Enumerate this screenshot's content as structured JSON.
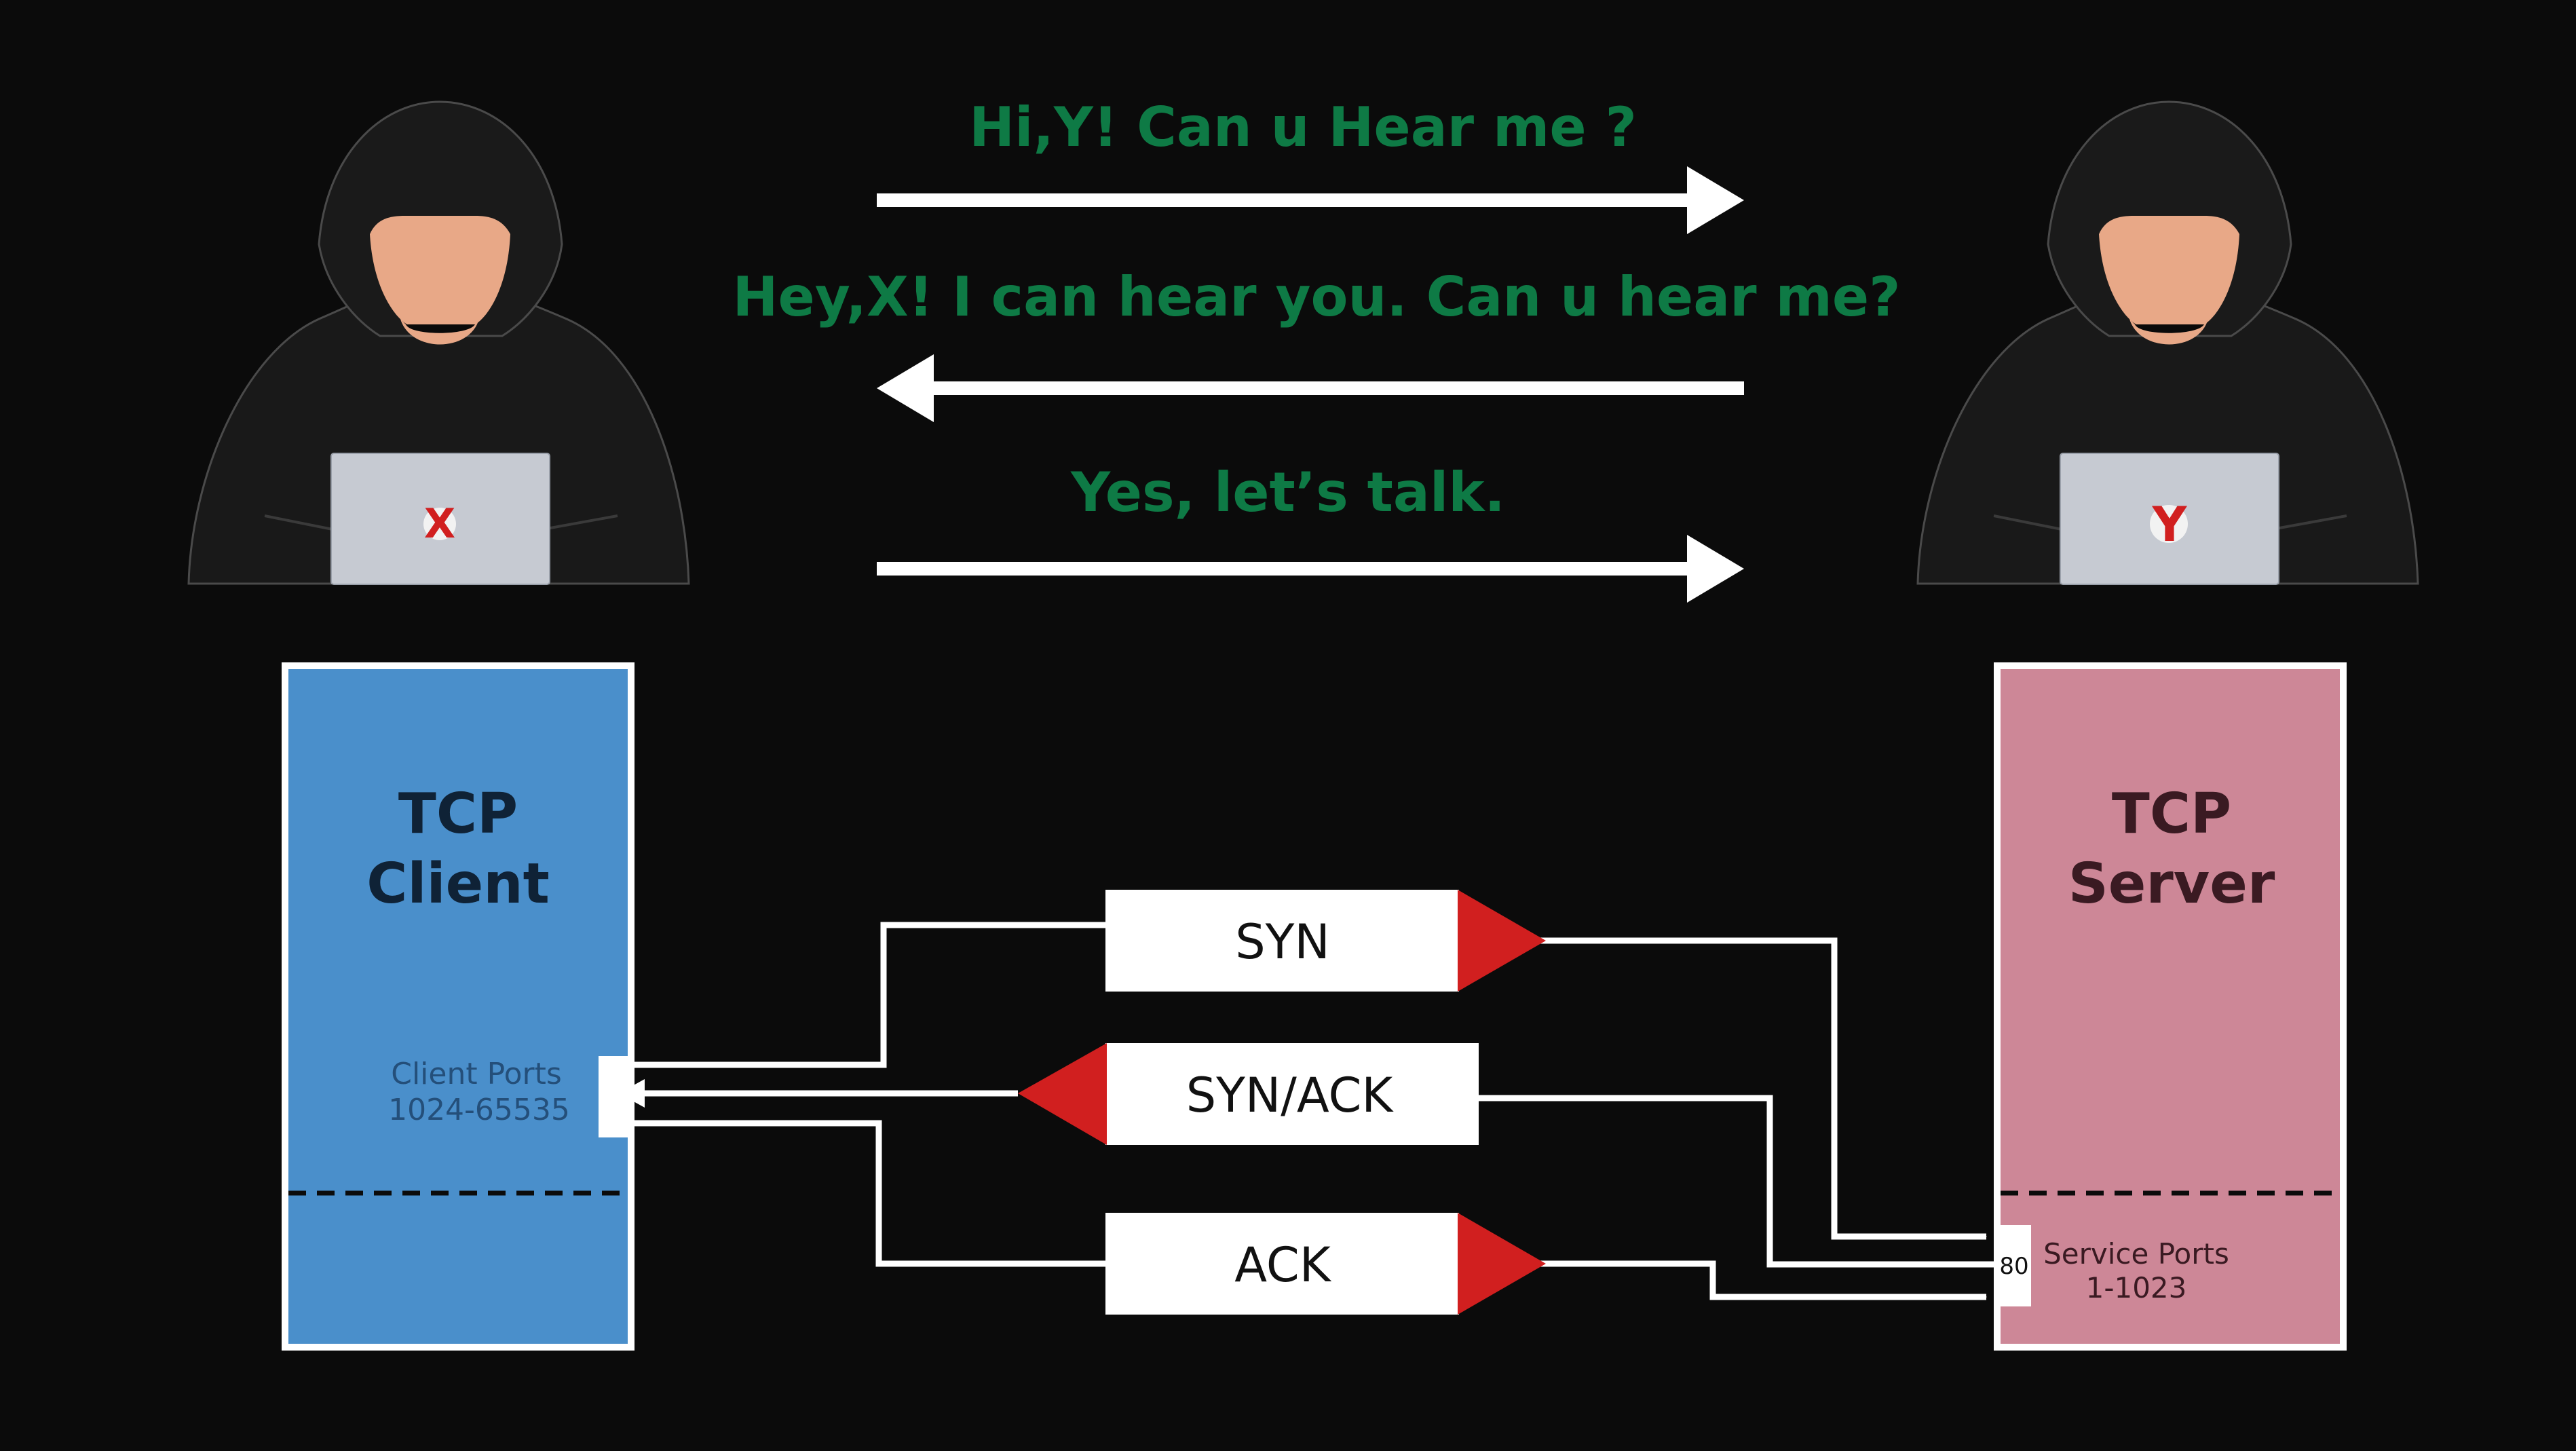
{
  "conversation": {
    "message_1": "Hi,Y! Can u Hear me ?",
    "message_2": "Hey,X! I can hear you. Can u hear me?",
    "message_3": "Yes, let’s talk."
  },
  "people": {
    "client_laptop_letter": "X",
    "server_laptop_letter": "Y"
  },
  "client": {
    "title_line1": "TCP",
    "title_line2": "Client",
    "ports_label": "Client Ports",
    "ports_range": "1024-65535"
  },
  "server": {
    "title_line1": "TCP",
    "title_line2": "Server",
    "ports_label": "Service Ports",
    "ports_range": "1-1023",
    "port_number": "80"
  },
  "handshake": {
    "syn": "SYN",
    "syn_ack": "SYN/ACK",
    "ack": "ACK"
  },
  "colors": {
    "background": "#0b0b0b",
    "message_text": "#0e7a45",
    "client_box": "#4a8fcb",
    "server_box": "#cd8797",
    "arrow_head": "#d11f1f"
  }
}
